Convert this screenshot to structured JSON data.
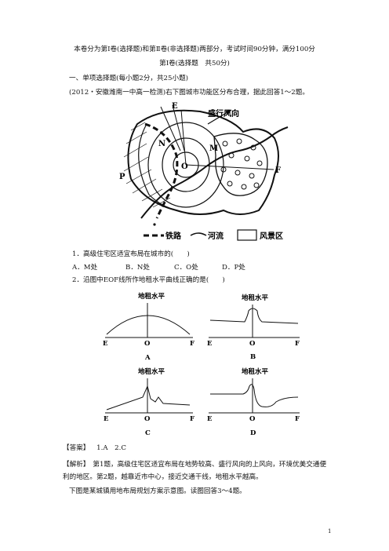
{
  "header": {
    "intro": "本卷分为第Ⅰ卷(选择题)和第Ⅱ卷(非选择题)两部分，考试时间90分钟，满分100分",
    "part1": "第Ⅰ卷(选择题　共50分)",
    "section": "一、单项选择题(每小题2分，共25小题)",
    "source": "(2012・安徽潍南一中高一检测)右下图城市功能区分布合理，据此回答1～2题。"
  },
  "map": {
    "wind": "盛行风向",
    "E": "E",
    "N": "N",
    "M": "M",
    "O": "O",
    "P": "P",
    "F": "F",
    "legend_rail": "铁路",
    "legend_river": "河流",
    "legend_scenic": "风景区"
  },
  "questions": [
    {
      "stem": "1．高级住宅区适宜布局在城市的(　　)",
      "options": [
        "A．M处",
        "B．N处",
        "C．O处",
        "D．P处"
      ]
    },
    {
      "stem": "2．沿图中EOF线所作地租水平曲线正确的是(　　)"
    }
  ],
  "charts": [
    {
      "title": "地租水平",
      "e": "E",
      "o": "O",
      "f": "F",
      "letter": "A"
    },
    {
      "title": "地租水平",
      "e": "E",
      "o": "O",
      "f": "F",
      "letter": "B"
    },
    {
      "title": "地租水平",
      "e": "E",
      "o": "O",
      "f": "F",
      "letter": "C"
    },
    {
      "title": "地租水平",
      "e": "E",
      "o": "O",
      "f": "F",
      "letter": "D"
    }
  ],
  "answer": {
    "label": "【答案】",
    "text": "1.A　2.C"
  },
  "analysis": {
    "label": "【解析】",
    "text": "第1题，高级住宅区适宜布局在地势较高、盛行风向的上风向，环境优美交通便利的地区。第2题，越靠近市中心，接近交通干线，地租水平越高。"
  },
  "next": "下图是某城镇用地布局规划方案示意图。读图回答3～4题。",
  "page_number": "1"
}
